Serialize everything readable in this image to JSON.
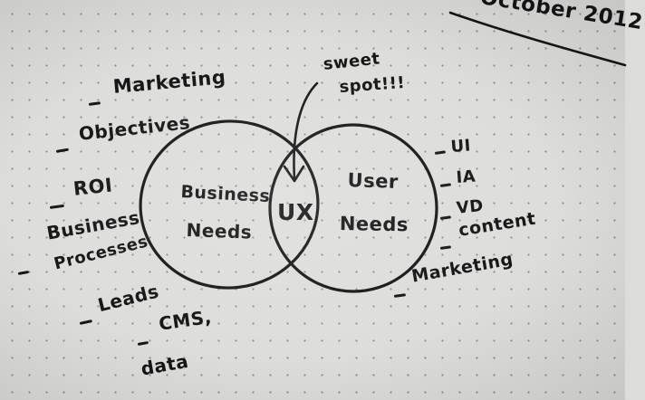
{
  "date_label": "October 2012",
  "left_circle": {
    "line1": "Business",
    "line2": "Needs"
  },
  "right_circle": {
    "line1": "User",
    "line2": "Needs"
  },
  "overlap_label": "UX",
  "callout": {
    "line1": "sweet",
    "line2": "spot!!!"
  },
  "business_items": {
    "marketing": "Marketing",
    "objectives": "Objectives",
    "roi": "ROI",
    "business_processes_1": "Business",
    "business_processes_2": "Processes",
    "leads": "Leads",
    "cms_data_1": "CMS,",
    "cms_data_2": "data"
  },
  "user_items": {
    "ui": "UI",
    "ia": "IA",
    "vd": "VD",
    "content": "content",
    "marketing": "Marketing"
  }
}
